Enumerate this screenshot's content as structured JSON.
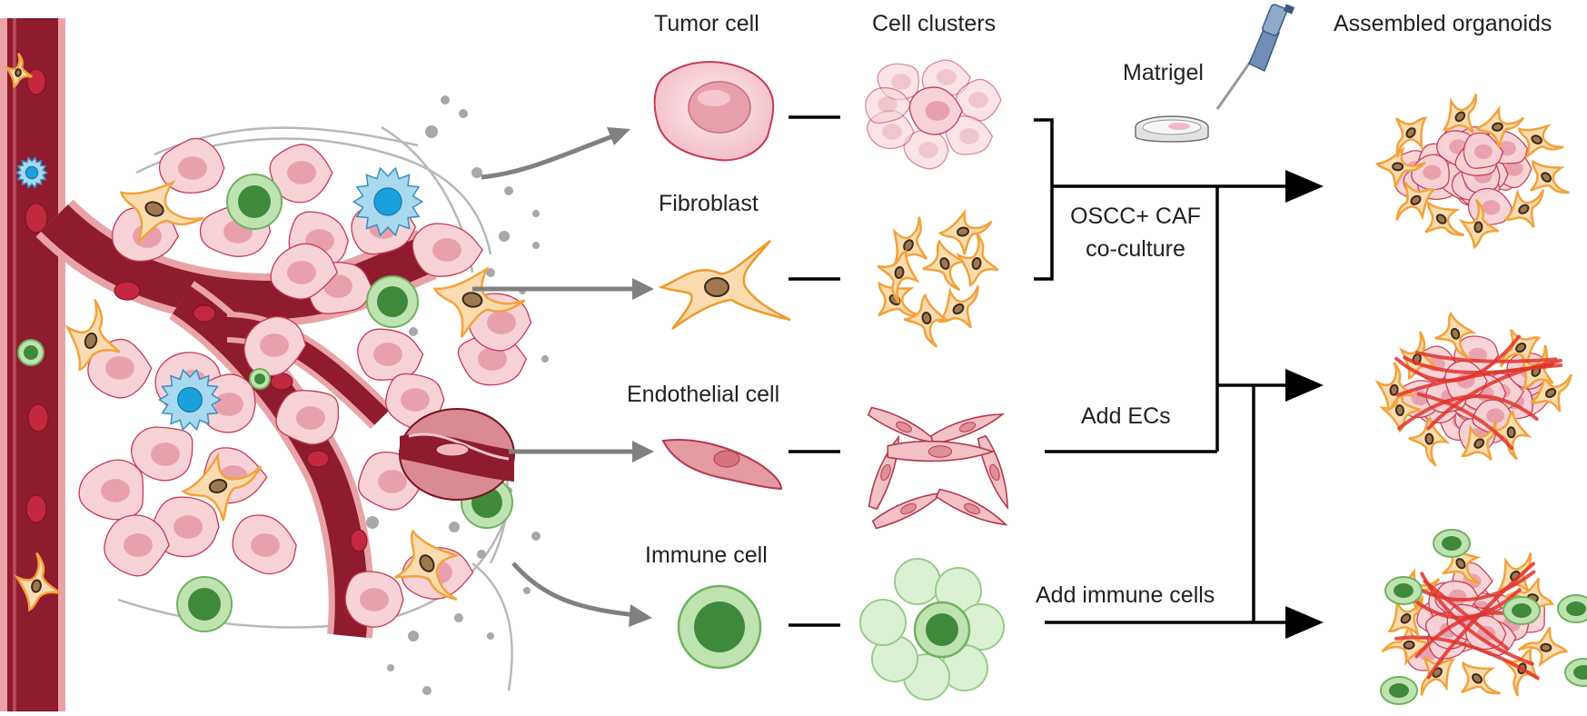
{
  "headers": {
    "cell_types": "",
    "clusters": "Cell clusters",
    "organoids": "Assembled organoids"
  },
  "cells": [
    {
      "label": "Tumor cell",
      "kind": "tumor"
    },
    {
      "label": "Fibroblast",
      "kind": "fibroblast"
    },
    {
      "label": "Endothelial cell",
      "kind": "endothelial"
    },
    {
      "label": "Immune cell",
      "kind": "immune"
    }
  ],
  "steps": {
    "matrigel": "Matrigel",
    "coculture_line1": "OSCC+ CAF",
    "coculture_line2": "co-culture",
    "add_ecs": "Add ECs",
    "add_immune": "Add immune cells"
  },
  "colors": {
    "tumor_fill": "#f7d3d8",
    "tumor_nucleus": "#e9a0ad",
    "tumor_stroke": "#c83a4e",
    "fibroblast": "#f4a23a",
    "fibroblast_fill": "#fbdcb0",
    "vessel": "#8e1b2e",
    "vessel_light": "#e9a3a8",
    "immune_outer": "#bfe3b0",
    "immune_inner": "#3f8a3a",
    "dendritic": "#a9d9ef",
    "dendritic_core": "#1aa0dd",
    "arrow_grey": "#808080",
    "line_black": "#000000"
  }
}
